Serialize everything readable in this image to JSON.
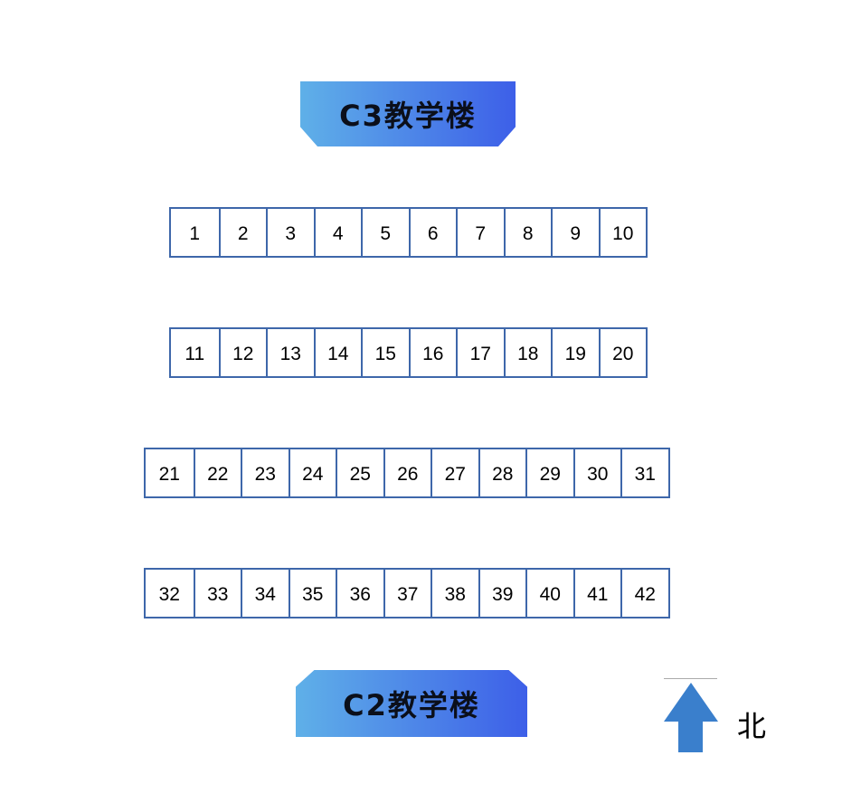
{
  "buildings": {
    "top": "C3教学楼",
    "bottom": "C2教学楼"
  },
  "rows": [
    [
      "1",
      "2",
      "3",
      "4",
      "5",
      "6",
      "7",
      "8",
      "9",
      "10"
    ],
    [
      "11",
      "12",
      "13",
      "14",
      "15",
      "16",
      "17",
      "18",
      "19",
      "20"
    ],
    [
      "21",
      "22",
      "23",
      "24",
      "25",
      "26",
      "27",
      "28",
      "29",
      "30",
      "31"
    ],
    [
      "32",
      "33",
      "34",
      "35",
      "36",
      "37",
      "38",
      "39",
      "40",
      "41",
      "42"
    ]
  ],
  "compass": {
    "label": "北",
    "icon": "arrow-up-icon",
    "color": "#3a7fcc"
  }
}
